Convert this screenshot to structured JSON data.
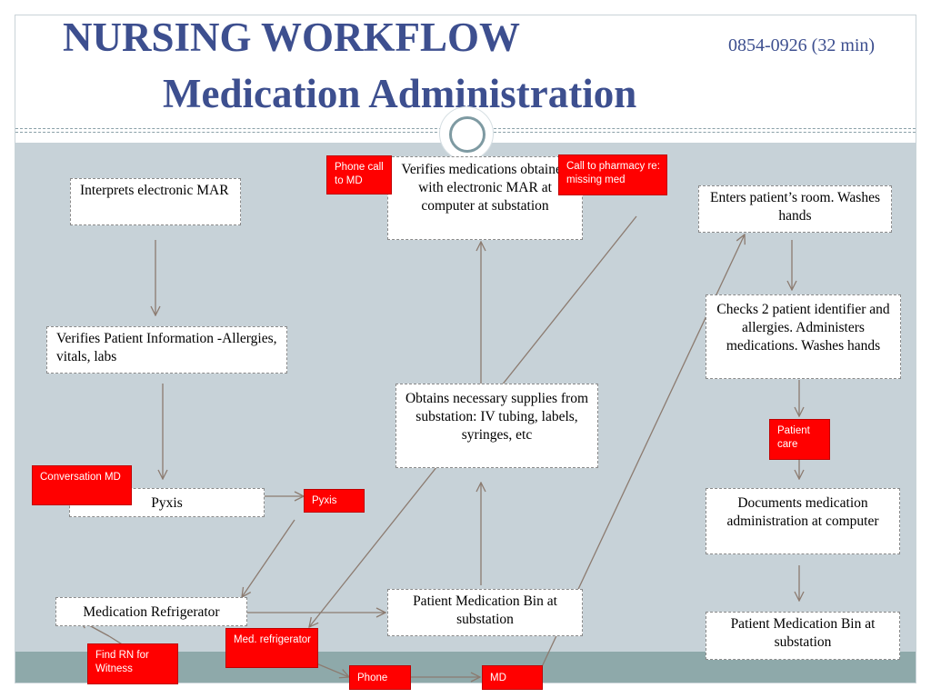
{
  "header": {
    "title_line1": "NURSING WORKFLOW",
    "title_line2": "Medication Administration",
    "timing": "0854-0926 (32 min)"
  },
  "nodes": {
    "interprets_mar": "Interprets electronic MAR",
    "verifies_patient_info": "Verifies Patient Information -Allergies, vitals, labs",
    "pyxis": "Pyxis",
    "medication_refrigerator": "Medication Refrigerator",
    "patient_med_bin_1": "Patient Medication Bin at substation",
    "obtains_supplies": "Obtains necessary supplies from substation: IV tubing, labels, syringes, etc",
    "verifies_medications": "Verifies medications obtained with electronic MAR at computer at substation",
    "enters_room": "Enters patient’s room. Washes hands",
    "checks_identifier": "Checks 2 patient identifier and  allergies. Administers medications. Washes hands",
    "documents_admin": "Documents medication administration at computer",
    "patient_med_bin_2": "Patient Medication Bin at substation"
  },
  "interruptions": {
    "phone_call_md": "Phone call to MD",
    "call_pharmacy": "Call to pharmacy re: missing med",
    "conversation_md": "Conversation MD",
    "pyxis_tag": "Pyxis",
    "patient_care": "Patient care",
    "med_refrigerator_tag": "Med. refrigerator",
    "find_rn_witness": "Find RN for Witness",
    "phone": "Phone",
    "md": "MD"
  },
  "colors": {
    "title": "#3d4f8f",
    "background": "#c7d2d8",
    "interruption_fill": "#ff0000",
    "arrow": "#8c7b70"
  }
}
